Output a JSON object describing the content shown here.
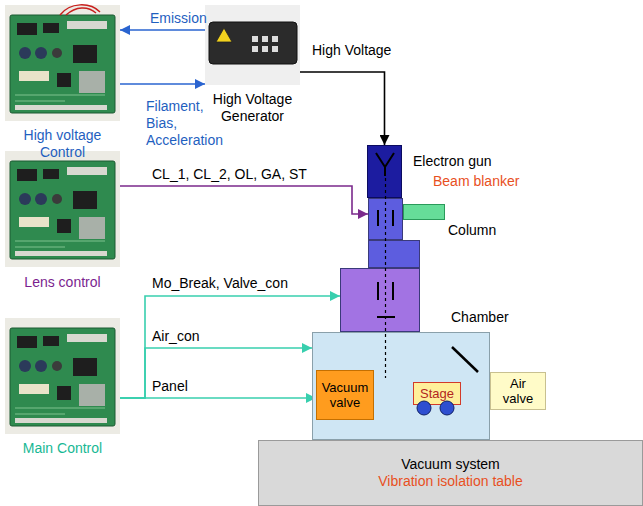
{
  "diagram": {
    "nodes": [
      {
        "text": [
          "High voltage Control"
        ]
      },
      {
        "text": [
          "High Voltage Generator"
        ]
      },
      {
        "text": [
          "Electron gun"
        ]
      },
      {
        "text": [
          "Beam blanker"
        ]
      },
      {
        "text": [
          "Column"
        ]
      },
      {
        "text": [
          "Lens control"
        ]
      },
      {
        "text": [
          "Chamber"
        ]
      },
      {
        "text": [
          "Main Control"
        ]
      },
      {
        "text": [
          "Vacuum valve"
        ]
      },
      {
        "text": [
          "Stage"
        ],
        "in": 6
      },
      {
        "text": [
          "Air valve"
        ]
      },
      {
        "text": [
          "Vacuum system",
          "Vibration isolation table"
        ]
      }
    ],
    "edges": [
      {
        "from": 1,
        "to": 0,
        "label": "Emission",
        "arrow": "to"
      },
      {
        "from": 0,
        "to": 1,
        "label": "Filament, Bias, Acceleration",
        "arrow": "to"
      },
      {
        "from": 1,
        "to": 2,
        "label": "High Voltage",
        "arrow": "to"
      },
      {
        "from": 5,
        "to": 4,
        "label": "CL_1, CL_2, OL, GA, ST",
        "arrow": "to"
      },
      {
        "from": 7,
        "to": 4,
        "label": "Mo_Break, Valve_con",
        "arrow": "to"
      },
      {
        "from": 7,
        "to": 6,
        "label": "Air_con",
        "arrow": "to"
      },
      {
        "from": 7,
        "to": 8,
        "label": "Panel",
        "arrow": "to"
      }
    ]
  }
}
